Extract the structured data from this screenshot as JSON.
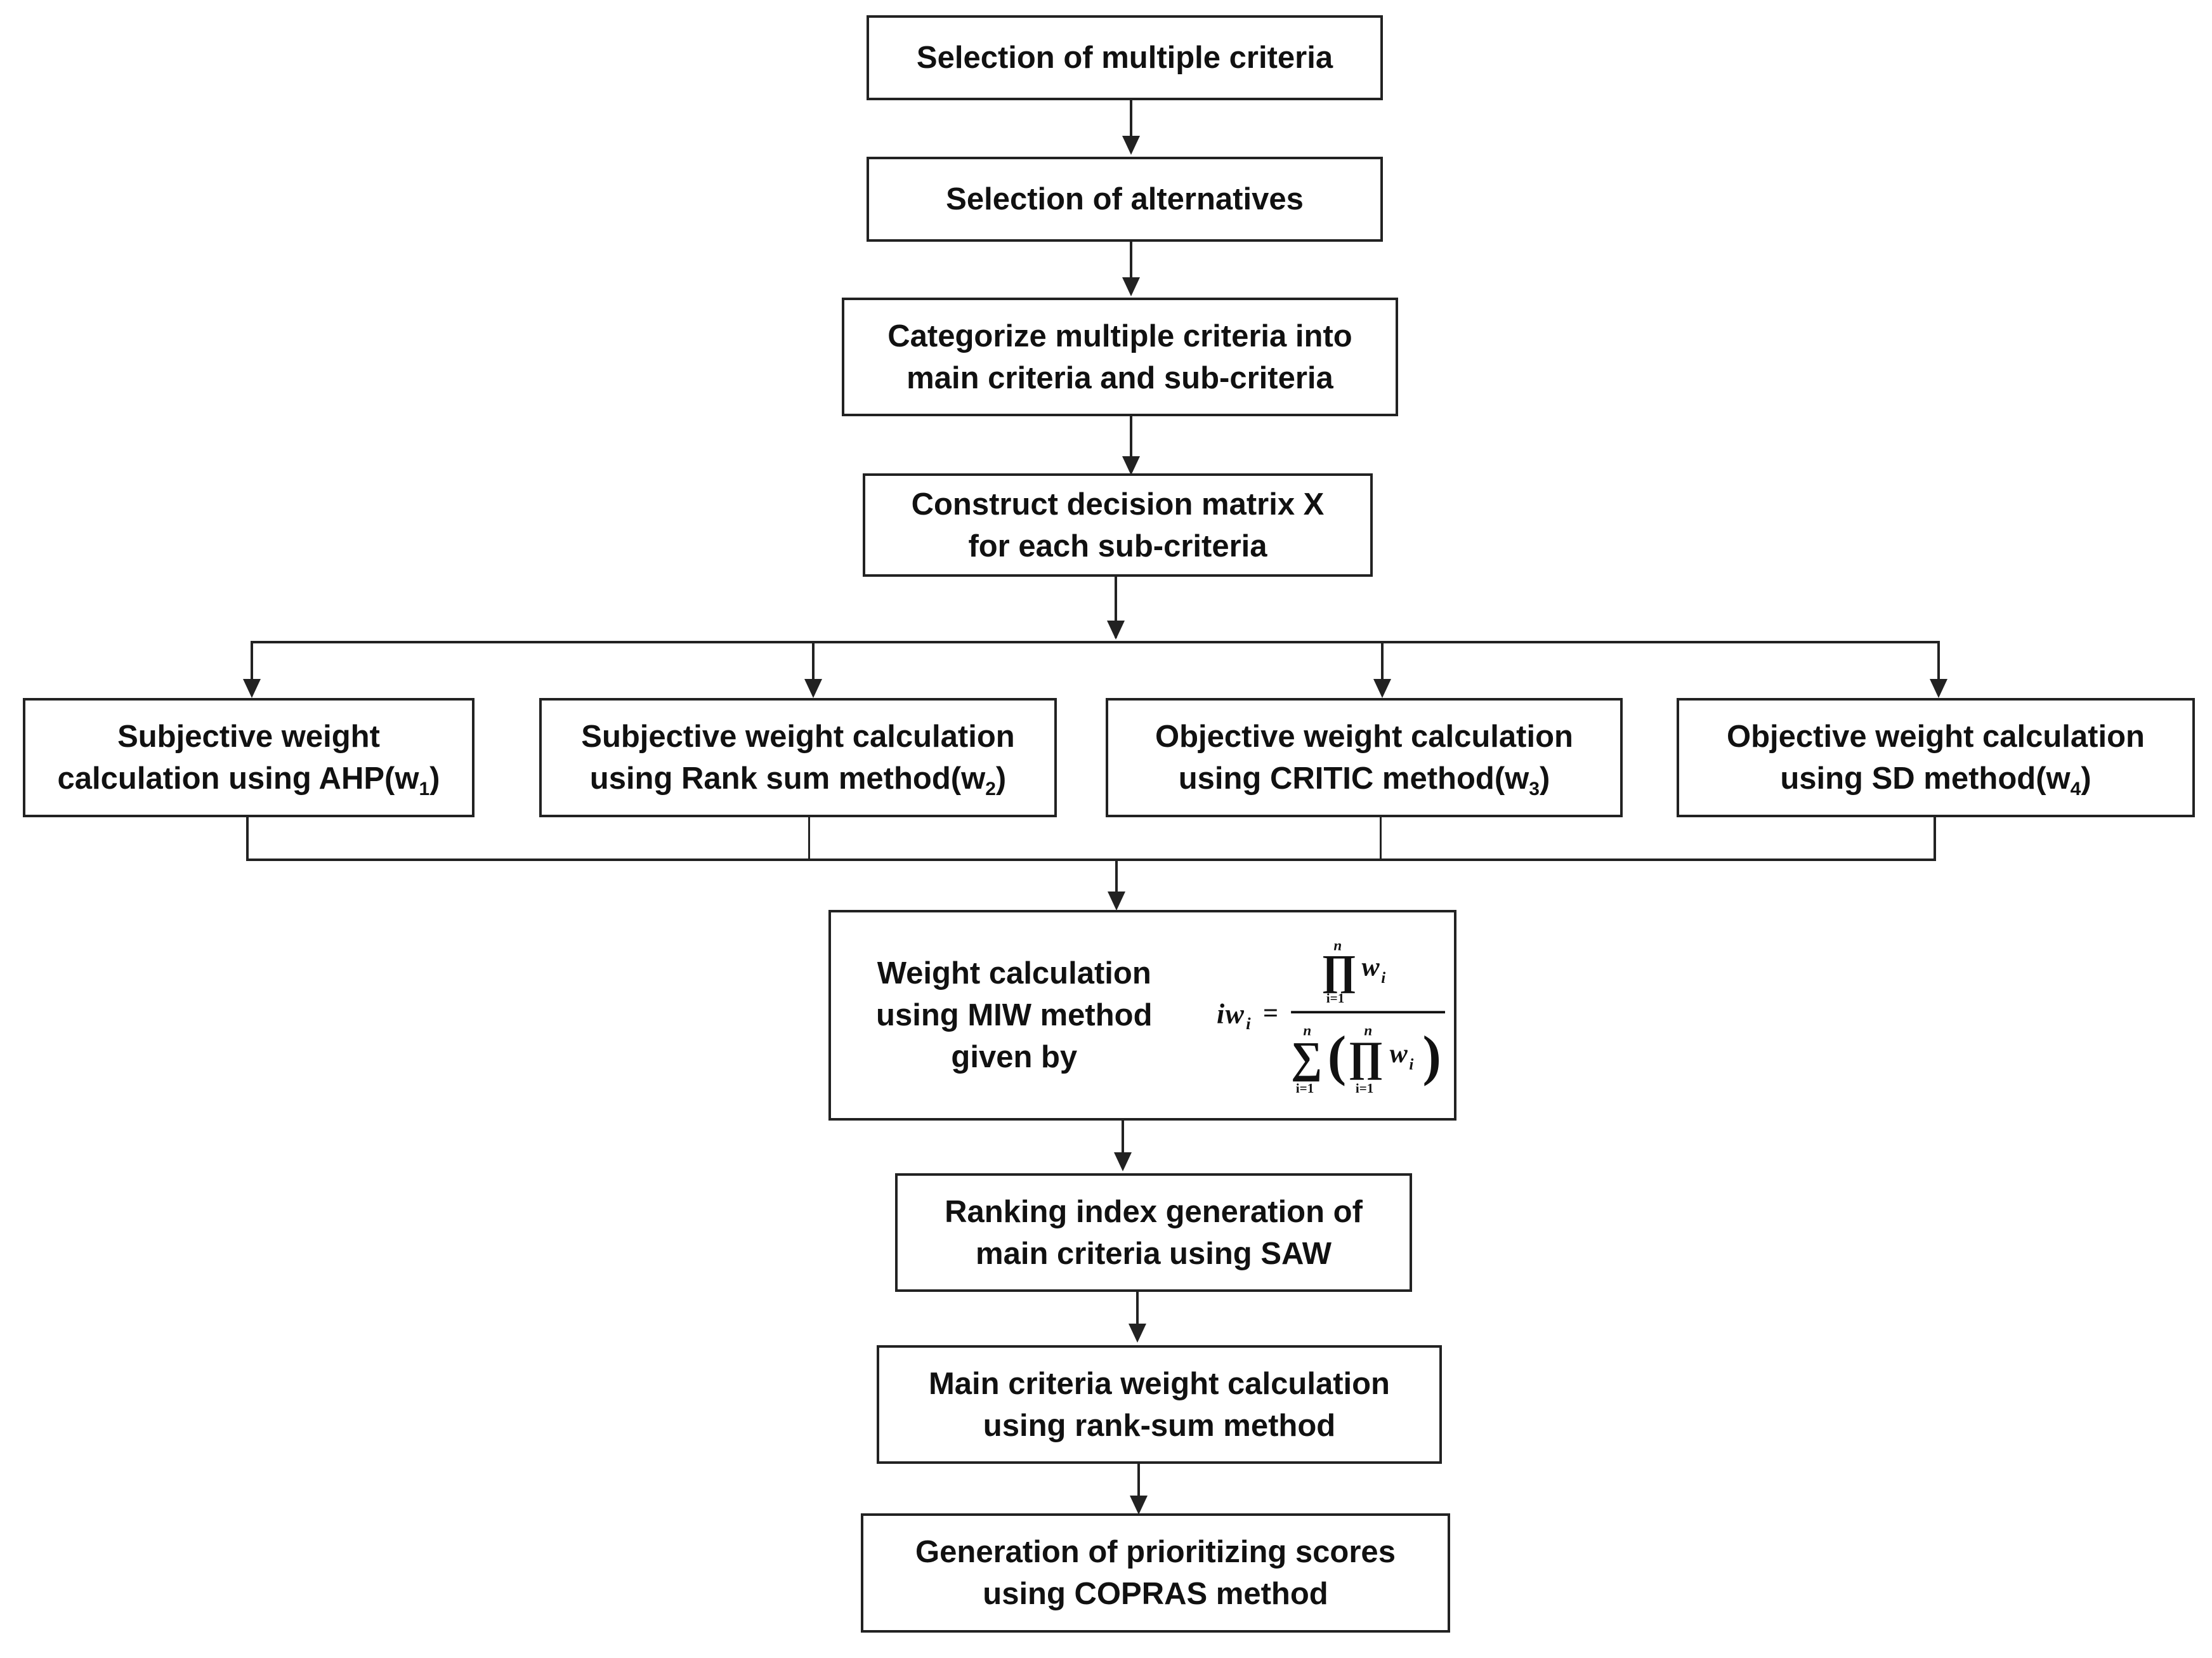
{
  "boxes": {
    "selection_criteria": {
      "line1": "Selection of multiple criteria"
    },
    "selection_alternatives": {
      "line1": "Selection of alternatives"
    },
    "categorize": {
      "line1": "Categorize multiple criteria into",
      "line2": "main criteria and sub-criteria"
    },
    "construct": {
      "line1": "Construct decision matrix X",
      "line2": "for each sub-criteria"
    },
    "ahp": {
      "line1": "Subjective weight",
      "line2": "calculation using AHP(w",
      "sub": "1",
      "suffix": ")"
    },
    "rank_sum": {
      "line1": "Subjective weight calculation",
      "line2": "using Rank sum method(w",
      "sub": "2",
      "suffix": ")"
    },
    "critic": {
      "line1": "Objective weight calculation",
      "line2": "using CRITIC method(w",
      "sub": "3",
      "suffix": ")"
    },
    "sd": {
      "line1": "Objective weight calculation",
      "line2": "using SD method(w",
      "sub": "4",
      "suffix": ")"
    },
    "miw": {
      "line1": "Weight calculation",
      "line2": "using MIW method",
      "line3": "given by",
      "formula": {
        "lhs_i": "i",
        "lhs_w": "w",
        "lhs_sub": "i",
        "equals": "=",
        "prod": "∏",
        "sum": "∑",
        "upper": "n",
        "lower": "i=1",
        "w": "w",
        "w_sub": "i",
        "lparen": "(",
        "rparen": ")"
      }
    },
    "ranking": {
      "line1": "Ranking index generation of",
      "line2": "main criteria using SAW"
    },
    "main_weight": {
      "line1": "Main criteria weight calculation",
      "line2": "using rank-sum method"
    },
    "copras": {
      "line1": "Generation of prioritizing scores",
      "line2": "using COPRAS method"
    }
  }
}
